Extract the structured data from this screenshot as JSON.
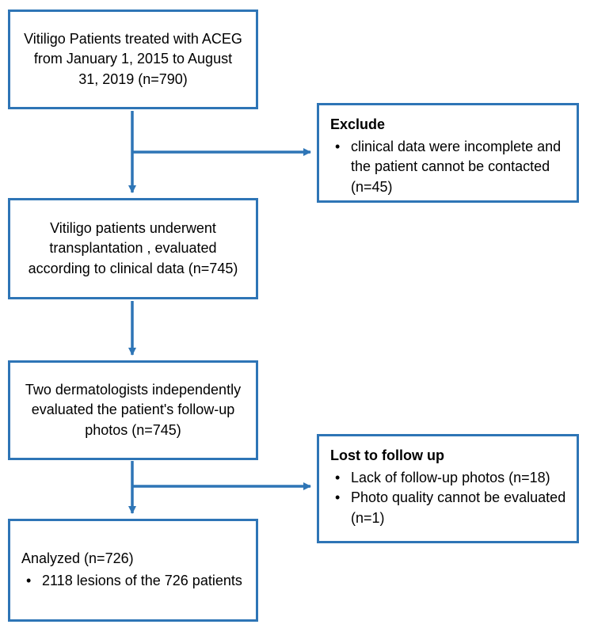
{
  "colors": {
    "accent": "#2E75B6",
    "text": "#000000",
    "background": "#ffffff"
  },
  "diagram": {
    "type": "flowchart",
    "boxes": {
      "box1": {
        "text": "Vitiligo Patients treated with ACEG from January 1, 2015 to August 31, 2019 (n=790)"
      },
      "exclude": {
        "title": "Exclude",
        "items": [
          "clinical data were incomplete and the patient cannot be contacted (n=45)"
        ]
      },
      "box2": {
        "text": "Vitiligo patients underwent transplantation , evaluated according to clinical data (n=745)"
      },
      "box3": {
        "text": "Two dermatologists independently evaluated the patient's follow-up photos (n=745)"
      },
      "lost": {
        "title": "Lost to follow up",
        "items": [
          "Lack of follow-up photos (n=18)",
          "Photo quality cannot be evaluated (n=1)"
        ]
      },
      "analyzed": {
        "title": "Analyzed (n=726)",
        "items": [
          "2118 lesions of the 726 patients"
        ]
      }
    }
  }
}
